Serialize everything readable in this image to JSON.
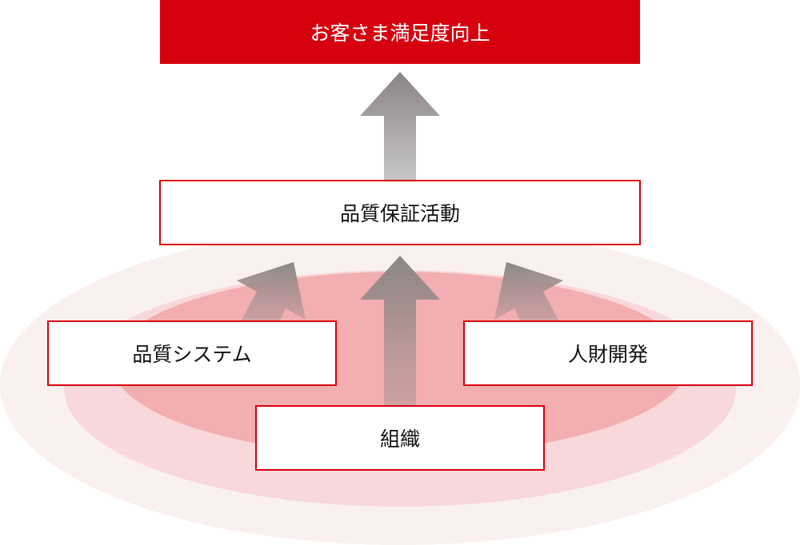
{
  "title": "お客さま満足度向上",
  "middle": "品質保証活動",
  "left": "品質システム",
  "right": "人財開発",
  "bottom": "組織",
  "colors": {
    "accent": "#d7000f",
    "outer": "#faf0f0",
    "mid": "#f8d8da",
    "inner": "#f2aeb0"
  }
}
